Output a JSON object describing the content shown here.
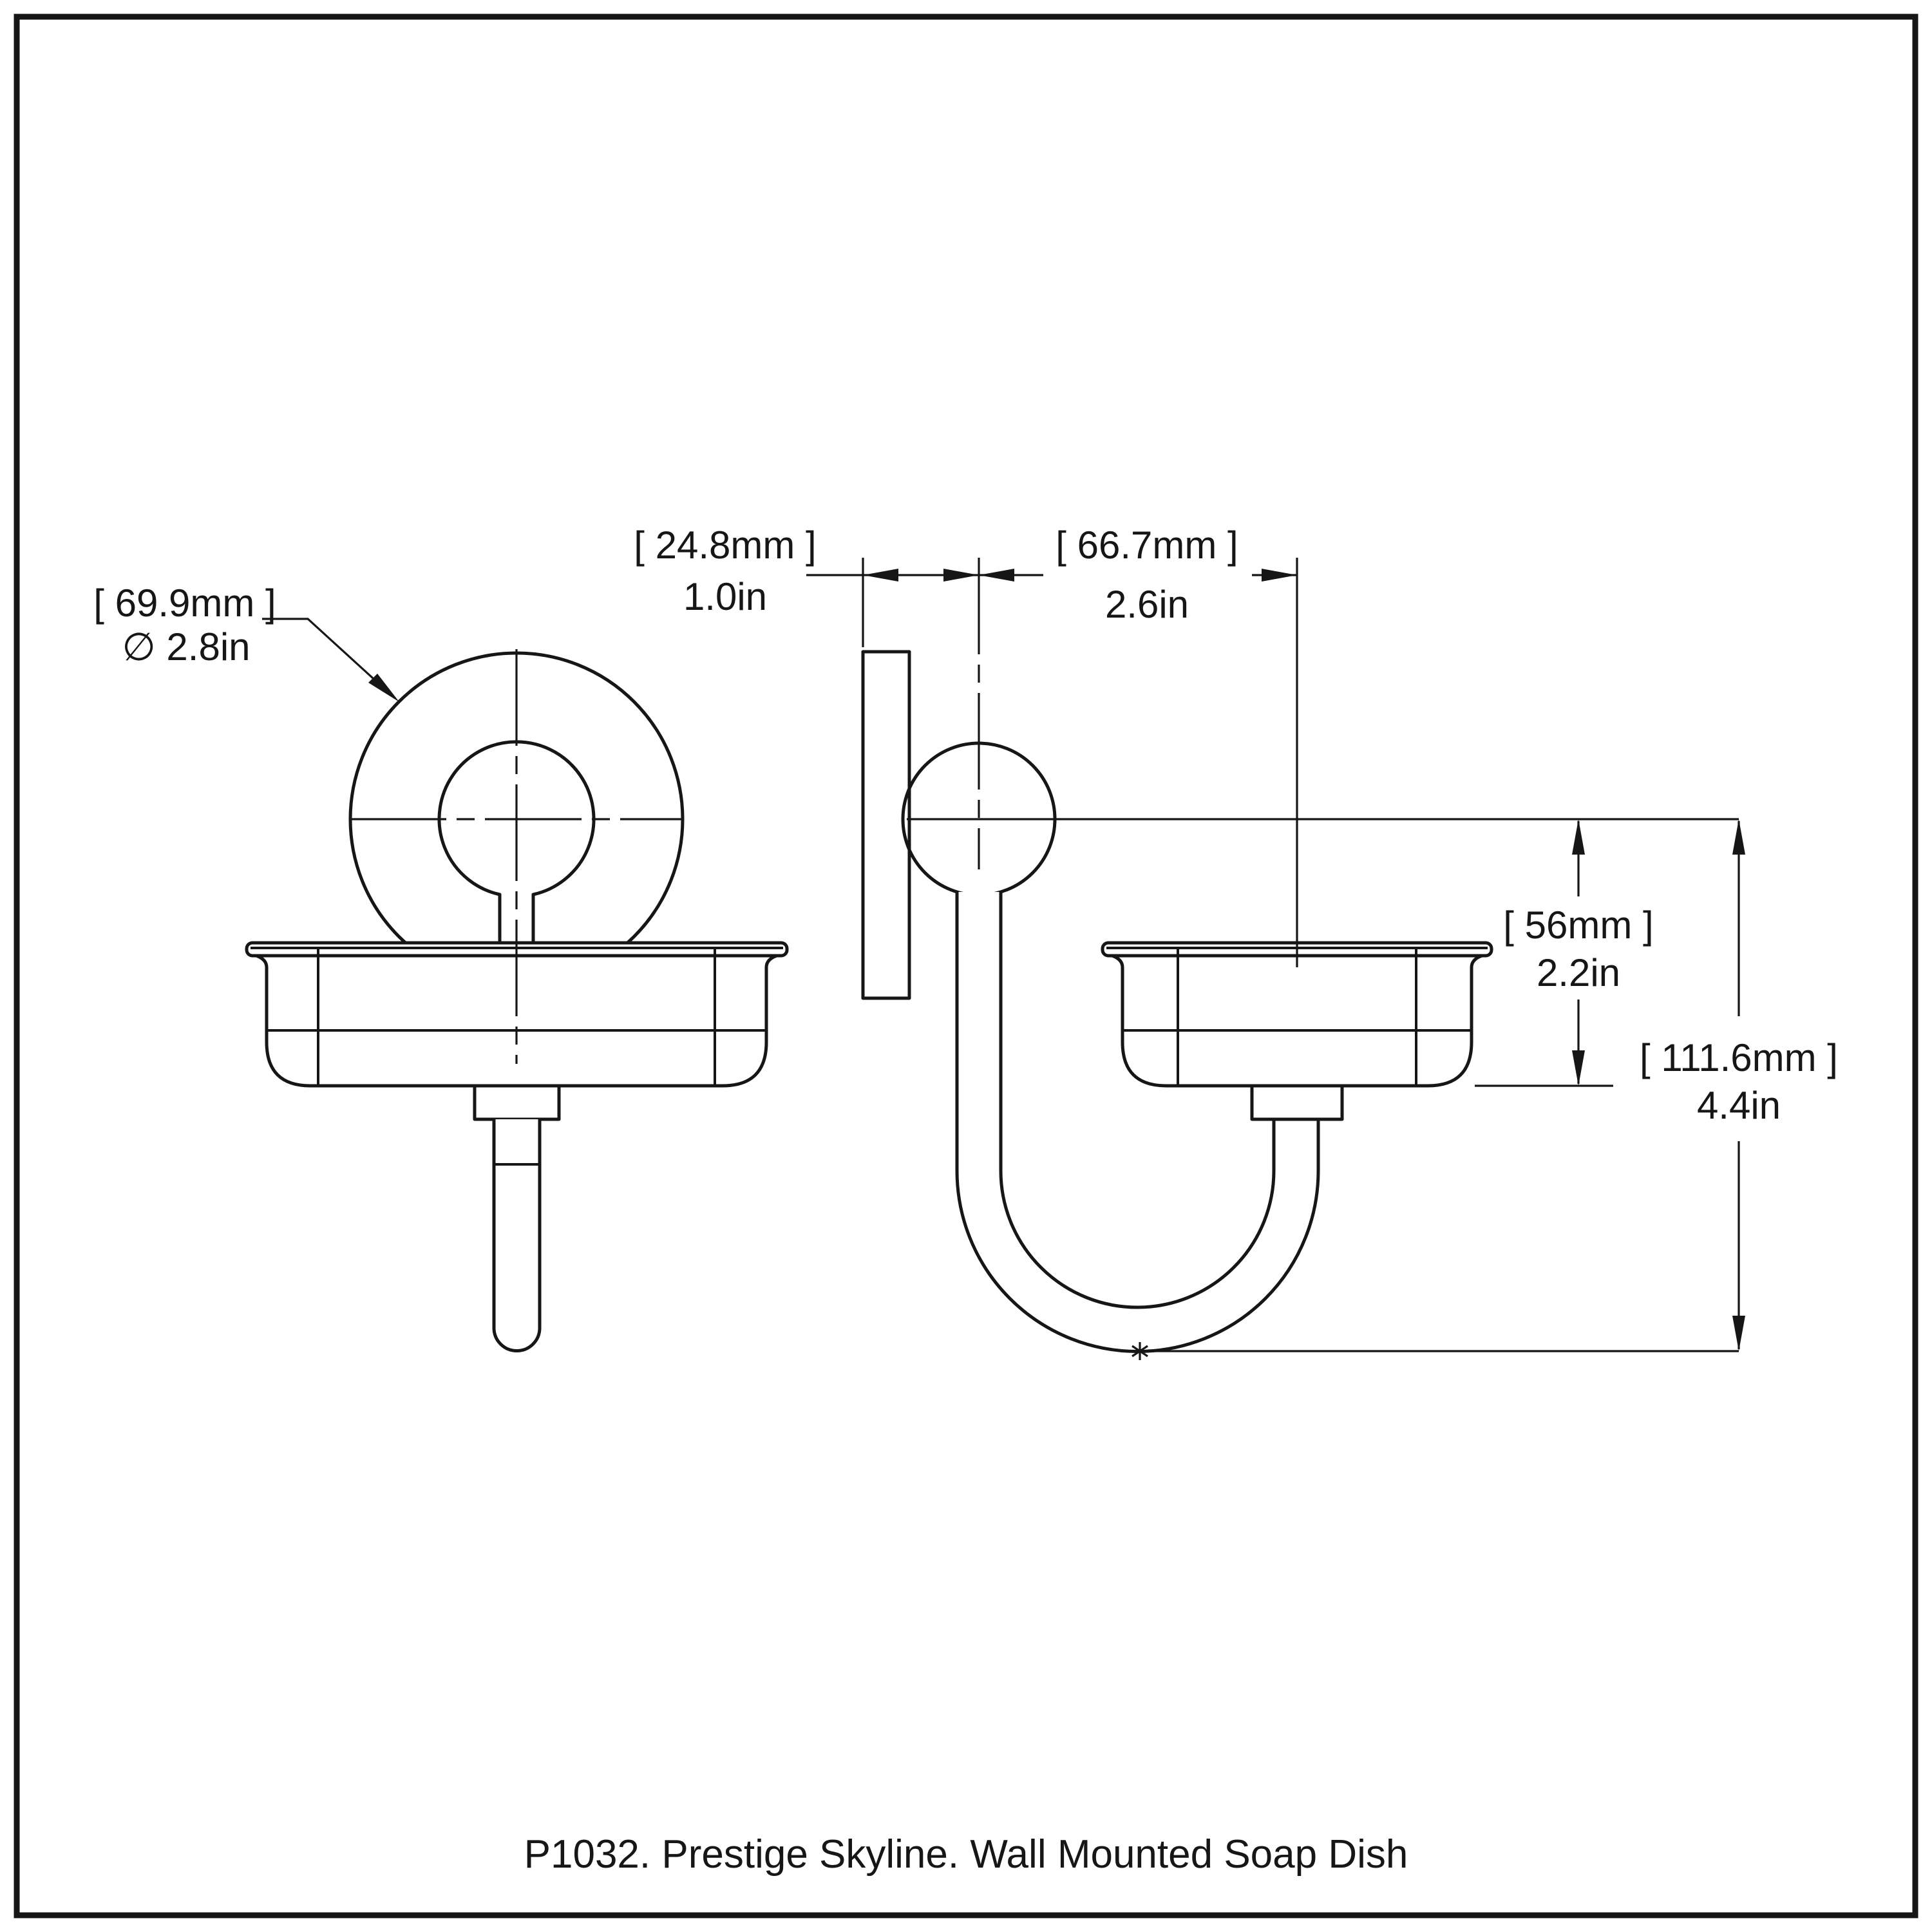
{
  "page": {
    "background": "#ffffff",
    "line_color": "#161616"
  },
  "caption": "P1032. Prestige Skyline. Wall Mounted Soap Dish",
  "dimensions": {
    "backplate_diameter": {
      "metric": "[ 69.9mm ]",
      "imperial": "∅ 2.8in"
    },
    "wall_to_post": {
      "metric": "[ 24.8mm ]",
      "imperial": "1.0in"
    },
    "post_to_dish_center": {
      "metric": "[ 66.7mm ]",
      "imperial": "2.6in"
    },
    "center_to_dish_bottom": {
      "metric": "[ 56mm ]",
      "imperial": "2.2in"
    },
    "overall_drop": {
      "metric": "[ 111.6mm ]",
      "imperial": "4.4in"
    }
  }
}
